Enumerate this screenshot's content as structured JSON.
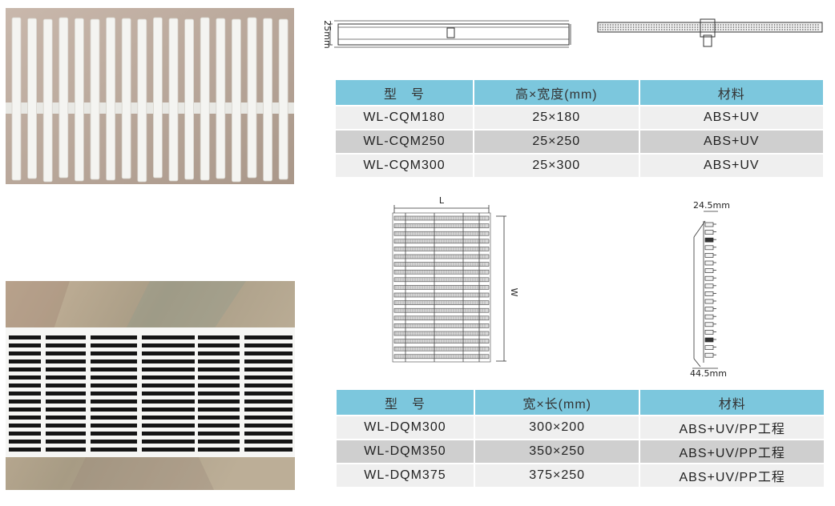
{
  "top_drawing": {
    "height_label": "25mm"
  },
  "table1": {
    "headers": [
      "型　号",
      "高×宽度(mm)",
      "材料"
    ],
    "rows": [
      [
        "WL-CQM180",
        "25×180",
        "ABS+UV"
      ],
      [
        "WL-CQM250",
        "25×250",
        "ABS+UV"
      ],
      [
        "WL-CQM300",
        "25×300",
        "ABS+UV"
      ]
    ]
  },
  "middle_drawing": {
    "length_label": "L",
    "width_label": "W",
    "top_label": "24.5mm",
    "bottom_label": "44.5mm"
  },
  "table2": {
    "headers": [
      "型　号",
      "宽×长(mm)",
      "材料"
    ],
    "rows": [
      [
        "WL-DQM300",
        "300×200",
        "ABS+UV/PP工程"
      ],
      [
        "WL-DQM350",
        "350×250",
        "ABS+UV/PP工程"
      ],
      [
        "WL-DQM375",
        "375×250",
        "ABS+UV/PP工程"
      ]
    ]
  },
  "colors": {
    "header_bg": "#7cc7dd",
    "row_light": "#efefef",
    "row_dark": "#cfcfcf"
  }
}
